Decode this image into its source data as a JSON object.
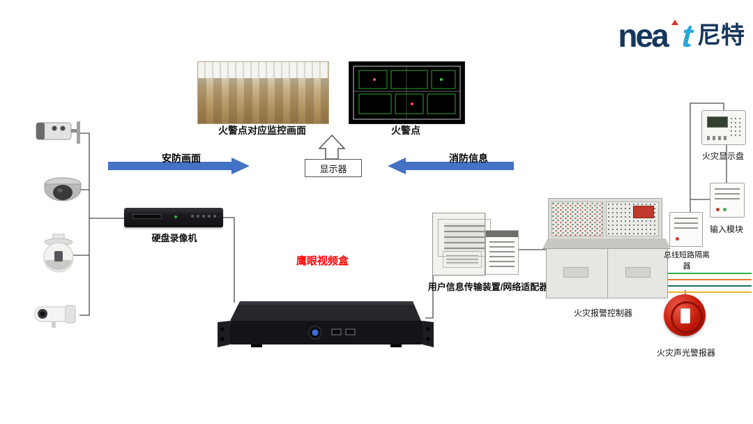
{
  "logo": {
    "brand_main": "nea",
    "brand_accent": "t",
    "brand_cn": "尼特"
  },
  "captions": {
    "warehouse": "火警点对应监控画面",
    "cad": "火警点",
    "monitor": "显示器"
  },
  "flows": {
    "security": "安防画面",
    "fire_info": "消防信息"
  },
  "devices": {
    "dvr": "硬盘录像机",
    "video_box": "鹰眼视频盒",
    "transmitter": "用户信息传输装置/网络适配器",
    "controller": "火灾报警控制器",
    "display_panel": "火灾显示盘",
    "input_module": "输入模块",
    "isolator": "总线短路隔离器",
    "sounder": "火灾声光警报器"
  },
  "colors": {
    "flow_arrow": "#4472c4",
    "highlight_red": "#ff0000",
    "logo_navy": "#16365c",
    "logo_cyan": "#2aa7d4",
    "wire_green": "#2fae4a",
    "wire_orange": "#e8762b",
    "wire_dark_green": "#1f6e54",
    "wire_yellow": "#f0b429"
  }
}
